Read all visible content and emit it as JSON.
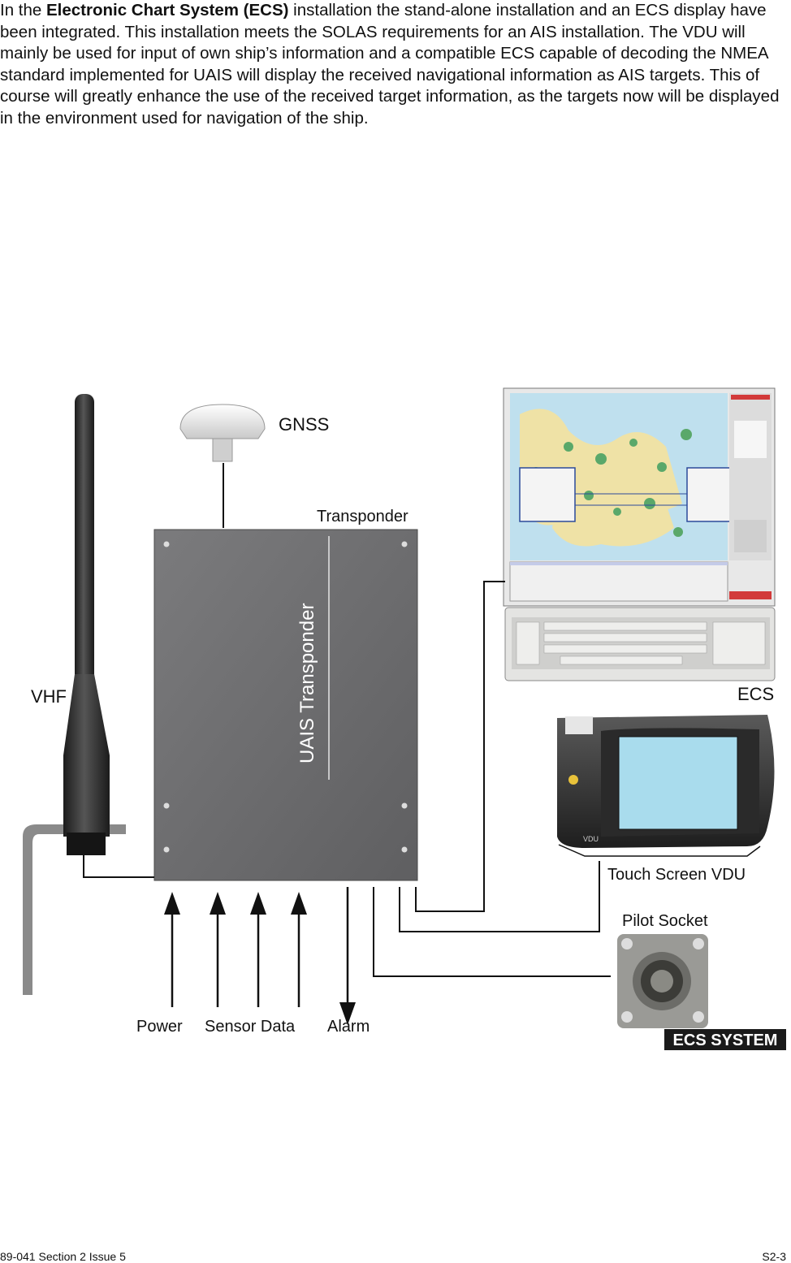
{
  "intro": {
    "lead": "In the ",
    "strong": "Electronic Chart System (ECS)",
    "rest": " installation the stand-alone installation and an ECS display have been integrated. This installation meets the SOLAS requirements for an AIS installation. The VDU will mainly be used for input of own ship’s information and a compatible ECS capable of decoding the NMEA standard implemented for UAIS will display the received navigational information as AIS targets. This of course will greatly enhance the use of the received target information, as the targets now will be displayed in the environment used for navigation of the ship."
  },
  "diagram": {
    "gnss_label": "GNSS",
    "transponder_label": "Transponder",
    "transponder_body_label": "UAIS Transponder",
    "vhf_label": "VHF",
    "ecs_label": "ECS",
    "vdu_label": "Touch Screen VDU",
    "vdu_bezel_text": "VDU",
    "pilot_label": "Pilot Socket",
    "power_label": "Power",
    "sensor_label": "Sensor Data",
    "alarm_label": "Alarm",
    "system_badge": "ECS SYSTEM"
  },
  "footer": {
    "left": "89-041 Section 2  Issue 5",
    "right": "S2-3"
  },
  "colors": {
    "transponder": "#6e6e70",
    "sea": "#bfe0ee",
    "land": "#efe2a6",
    "foliage": "#5aa86a",
    "accent_red": "#d23a3a"
  }
}
